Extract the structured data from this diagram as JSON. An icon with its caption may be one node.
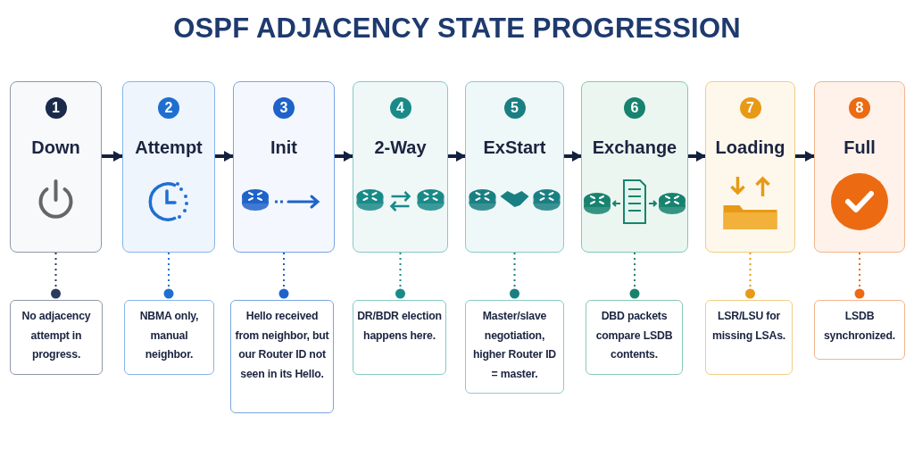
{
  "diagram": {
    "title": "OSPF ADJACENCY STATE PROGRESSION",
    "nodes": [
      {
        "text": [
          "1",
          "Down"
        ]
      },
      {
        "text": [
          "2",
          "Attempt"
        ]
      },
      {
        "text": [
          "3",
          "Init"
        ]
      },
      {
        "text": [
          "4",
          "2-Way"
        ]
      },
      {
        "text": [
          "5",
          "ExStart"
        ]
      },
      {
        "text": [
          "6",
          "Exchange"
        ]
      },
      {
        "text": [
          "7",
          "Loading"
        ]
      },
      {
        "text": [
          "8",
          "Full"
        ]
      },
      {
        "text": [
          "No adjacency attempt in progress."
        ]
      },
      {
        "text": [
          "NBMA only, manual neighbor."
        ]
      },
      {
        "text": [
          "Hello received from neighbor, but our Router ID not seen in its Hello."
        ]
      },
      {
        "text": [
          "DR/BDR election happens here."
        ]
      },
      {
        "text": [
          "Master/slave negotiation, higher Router ID = master."
        ]
      },
      {
        "text": [
          "DBD packets compare LSDB contents."
        ]
      },
      {
        "text": [
          "LSR/LSU for missing LSAs."
        ]
      },
      {
        "text": [
          "LSDB synchronized."
        ]
      }
    ],
    "edges": [
      {
        "from": 0,
        "to": 1,
        "arrow": "to",
        "style": "thick"
      },
      {
        "from": 1,
        "to": 2,
        "arrow": "to",
        "style": "thick"
      },
      {
        "from": 2,
        "to": 3,
        "arrow": "to",
        "style": "thick"
      },
      {
        "from": 3,
        "to": 4,
        "arrow": "to",
        "style": "thick"
      },
      {
        "from": 4,
        "to": 5,
        "arrow": "to",
        "style": "thick"
      },
      {
        "from": 5,
        "to": 6,
        "arrow": "to",
        "style": "thick"
      },
      {
        "from": 6,
        "to": 7,
        "arrow": "to",
        "style": "thick"
      },
      {
        "from": 0,
        "to": 8,
        "arrow": "other",
        "style": "dashed",
        "color": "#2b3b5c"
      },
      {
        "from": 1,
        "to": 9,
        "arrow": "other",
        "style": "dashed",
        "color": "#1f6fd1"
      },
      {
        "from": 2,
        "to": 10,
        "arrow": "other",
        "style": "dashed",
        "color": "#1f63c9"
      },
      {
        "from": 3,
        "to": 11,
        "arrow": "other",
        "style": "dashed",
        "color": "#1a8a88"
      },
      {
        "from": 4,
        "to": 12,
        "arrow": "other",
        "style": "dashed",
        "color": "#1a7f82"
      },
      {
        "from": 5,
        "to": 13,
        "arrow": "other",
        "style": "dashed",
        "color": "#17836f"
      },
      {
        "from": 6,
        "to": 14,
        "arrow": "other",
        "style": "dashed",
        "color": "#e89a16"
      },
      {
        "from": 7,
        "to": 15,
        "arrow": "other",
        "style": "dashed",
        "color": "#ec6a12"
      }
    ]
  }
}
